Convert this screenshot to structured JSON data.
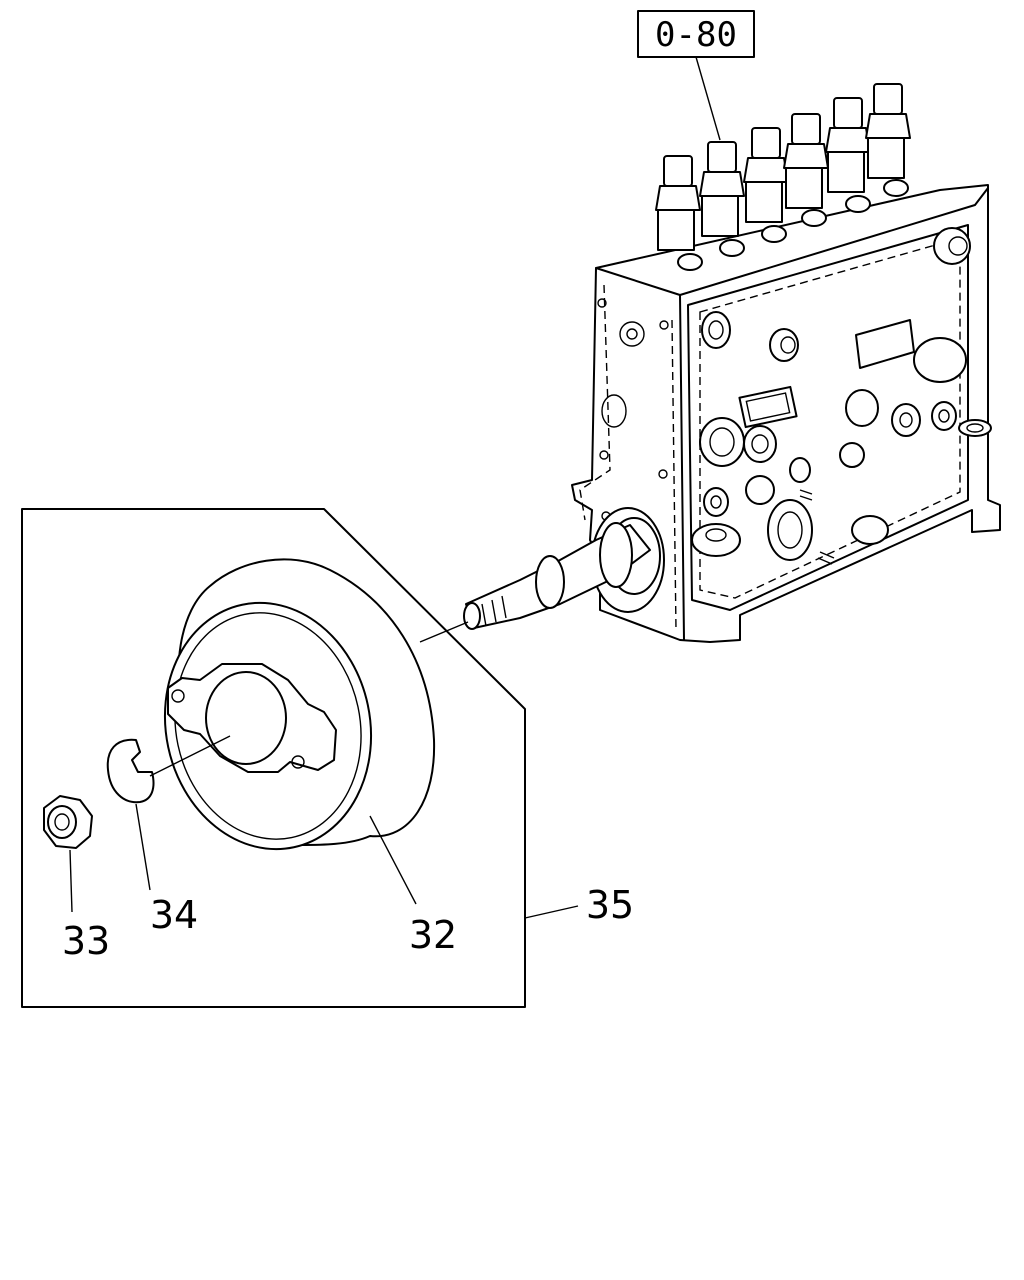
{
  "reference_box": "0-80",
  "callouts": {
    "pulley": "32",
    "nut": "33",
    "washer": "34",
    "assembly": "35"
  }
}
